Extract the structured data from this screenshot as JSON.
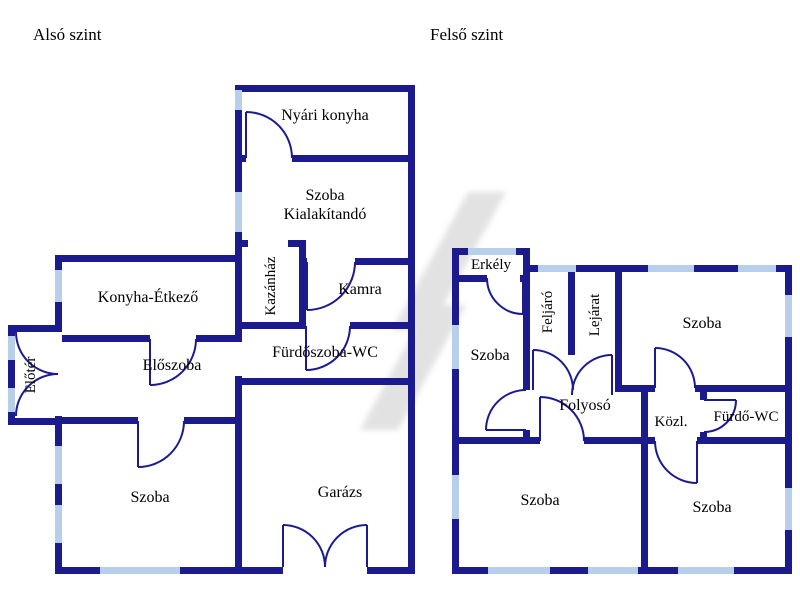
{
  "titles": {
    "lower": "Alsó szint",
    "upper": "Felső szint"
  },
  "colors": {
    "wall": "#1b1b8e",
    "window": "#b7cfea",
    "background": "#ffffff",
    "watermark": "#d9d9d9",
    "text": "#000000"
  },
  "lower": {
    "rooms": {
      "nyari_konyha": "Nyári konyha",
      "szoba_kialakitando_1": "Szoba",
      "szoba_kialakitando_2": "Kialakítandó",
      "kamra": "Kamra",
      "kazanhaz": "Kazánház",
      "konyha_etkezo": "Konyha-Étkező",
      "eloter": "Előtér",
      "eloszoba": "Előszoba",
      "furdoszoba_wc": "Fürdőszoba-WC",
      "szoba": "Szoba",
      "garazs": "Garázs"
    }
  },
  "upper": {
    "rooms": {
      "erkely": "Erkély",
      "szoba_left": "Szoba",
      "feljaro": "Feljáró",
      "lejarat": "Lejárat",
      "szoba_top_right": "Szoba",
      "folyoso": "Folyosó",
      "kozl": "Közl.",
      "furdo_wc": "Fürdő-WC",
      "szoba_bottom_left": "Szoba",
      "szoba_bottom_right": "Szoba"
    }
  }
}
